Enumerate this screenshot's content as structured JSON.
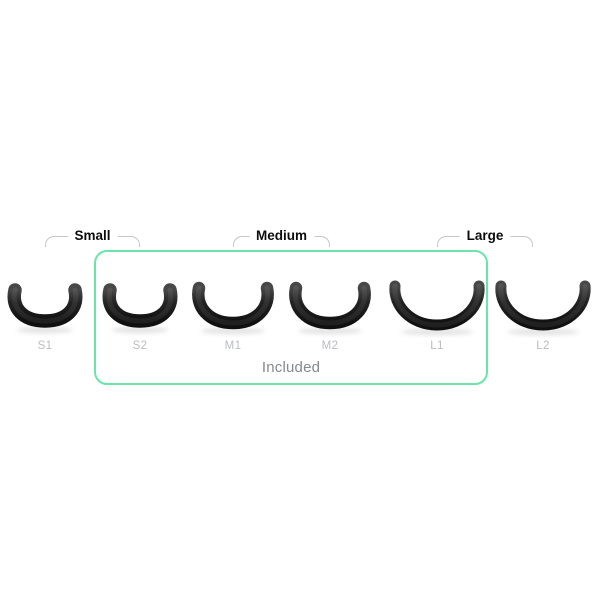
{
  "product": {
    "description": "Nose pad size chart with six interchangeable pads grouped by size; four are included",
    "size_groups": [
      {
        "id": "small",
        "label": "Small"
      },
      {
        "id": "medium",
        "label": "Medium"
      },
      {
        "id": "large",
        "label": "Large"
      }
    ],
    "pads": [
      {
        "id": "S1",
        "label": "S1",
        "size_group": "Small",
        "included": false
      },
      {
        "id": "S2",
        "label": "S2",
        "size_group": "Small",
        "included": true
      },
      {
        "id": "M1",
        "label": "M1",
        "size_group": "Medium",
        "included": true
      },
      {
        "id": "M2",
        "label": "M2",
        "size_group": "Medium",
        "included": true
      },
      {
        "id": "L1",
        "label": "L1",
        "size_group": "Large",
        "included": true
      },
      {
        "id": "L2",
        "label": "L2",
        "size_group": "Large",
        "included": false
      }
    ],
    "included_box": {
      "label": "Included"
    },
    "colors": {
      "background": "#ffffff",
      "included_border": "#68e5a8",
      "bracket_line": "#c6c6c6",
      "group_label_text": "#0c0c0c",
      "pad_label_text": "#b9bcc0",
      "included_label_text": "#84898f",
      "pad_body": "#232323"
    }
  }
}
